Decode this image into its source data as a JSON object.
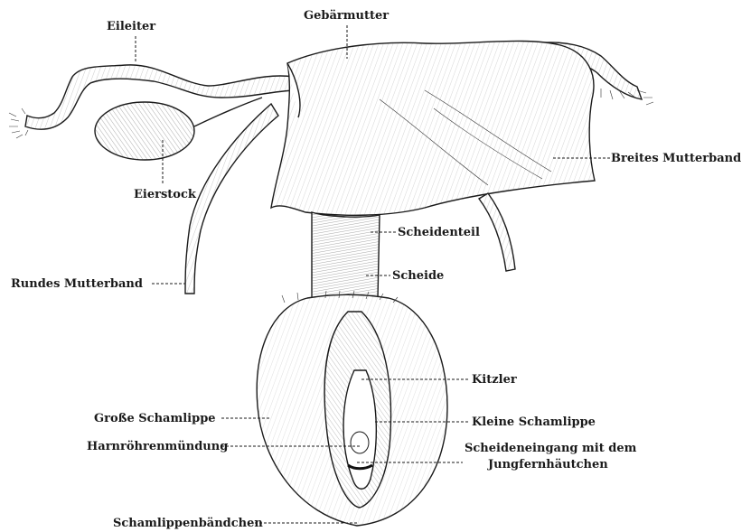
{
  "labels": {
    "eileiter": "Eileiter",
    "gebaermutter": "Gebärmutter",
    "eierstock": "Eierstock",
    "breites_mutterband": "Breites Mutterband",
    "scheidenteil": "Scheidenteil",
    "scheide": "Scheide",
    "rundes_mutterband": "Rundes Mutterband",
    "kitzler": "Kitzler",
    "grosse_schamlippe": "Große Schamlippe",
    "kleine_schamlippe": "Kleine Schamlippe",
    "harnroehrenmuendung": "Harnröhrenmündung",
    "scheideneingang_line1": "Scheideneingang mit dem",
    "scheideneingang_line2": "Jungfernhäutchen",
    "schamlippenbaendchen": "Schamlippenbändchen"
  }
}
